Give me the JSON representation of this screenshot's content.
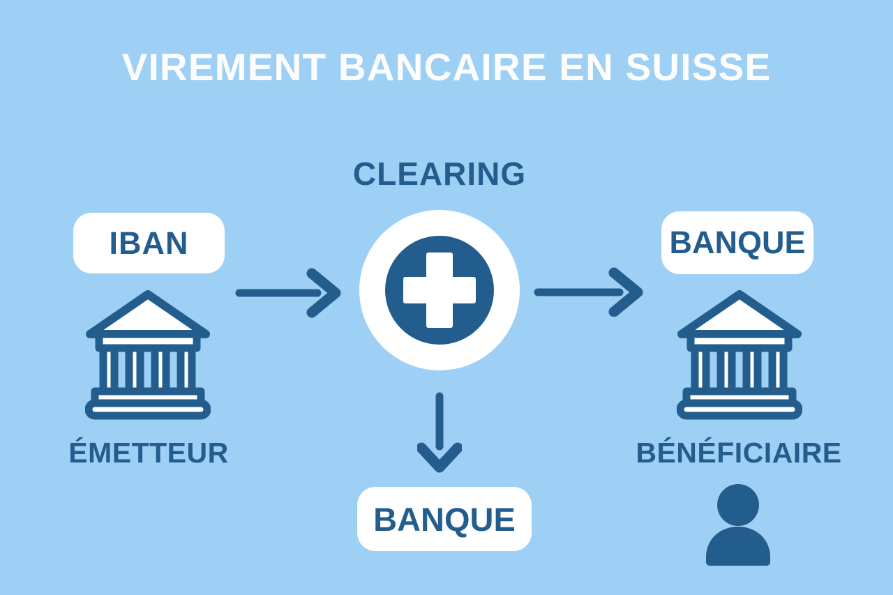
{
  "title": "VIREMENT BANCAIRE EN SUISSE",
  "colors": {
    "background": "#9ECFF4",
    "primary": "#235D8E",
    "badge_bg": "#FFFFFF",
    "title_color": "#FDFDFD"
  },
  "nodes": {
    "sender": {
      "badge": "IBAN",
      "caption": "ÉMETTEUR",
      "icon": "bank-icon"
    },
    "clearing": {
      "heading": "CLEARING",
      "icon": "swiss-cross-circle-icon"
    },
    "receiver": {
      "badge": "BANQUE",
      "caption": "BÉNÉFICIAIRE",
      "icon": "bank-icon",
      "extra_icon": "person-icon"
    },
    "bottom_bank": {
      "badge": "BANQUE"
    }
  },
  "flow": [
    {
      "from": "sender",
      "to": "clearing",
      "icon": "arrow-right-icon"
    },
    {
      "from": "clearing",
      "to": "receiver",
      "icon": "arrow-right-icon"
    },
    {
      "from": "clearing",
      "to": "bottom_bank",
      "icon": "arrow-down-icon"
    }
  ]
}
